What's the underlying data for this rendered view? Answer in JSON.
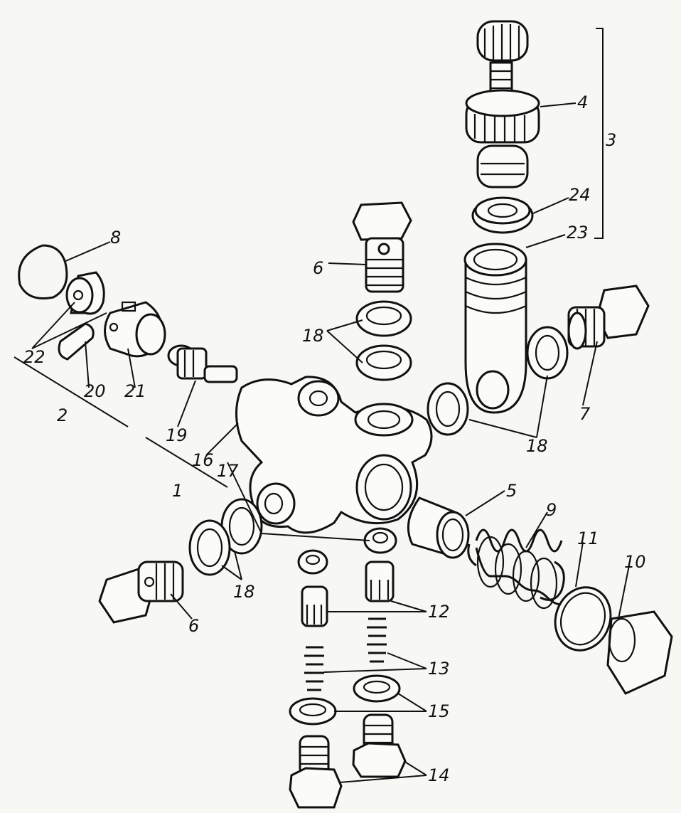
{
  "figure": {
    "labels": {
      "l8": "8",
      "l22": "22",
      "l20": "20",
      "l21": "21",
      "l2": "2",
      "l19": "19",
      "l16": "16",
      "l1": "1",
      "l17": "17",
      "l6_top": "6",
      "l18_top": "18",
      "l4": "4",
      "l3": "3",
      "l24": "24",
      "l23": "23",
      "l7": "7",
      "l18_right": "18",
      "l5": "5",
      "l9": "9",
      "l11": "11",
      "l10": "10",
      "l18_left": "18",
      "l6_bottom": "6",
      "l12": "12",
      "l13": "13",
      "l15": "15",
      "l14": "14"
    }
  }
}
